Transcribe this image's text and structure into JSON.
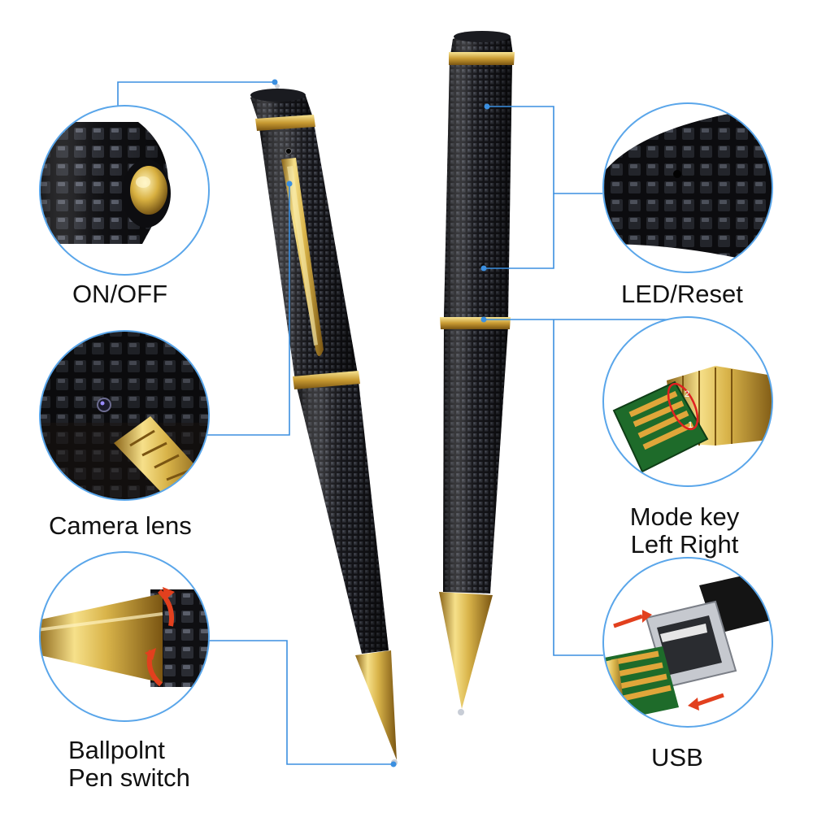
{
  "labels": {
    "on_off": "ON/OFF",
    "camera_lens": "Camera lens",
    "ballpoint_line1": "Ballpolnt",
    "ballpoint_line2": "Pen switch",
    "led_reset": "LED/Reset",
    "mode_key_line1": "Mode key",
    "mode_key_line2": "Left Right",
    "usb": "USB"
  },
  "connector_labels": {
    "contact_1": "1",
    "contact_2": "2"
  },
  "colors": {
    "pen_black": "#141418",
    "gold": "#d9b44a",
    "callout_line": "#3b8fe0",
    "circle_border": "#5aa6ea",
    "pcb_green": "#1e6b2a",
    "arrow_red": "#e2401e"
  },
  "icons": [
    "pen-cap-icon",
    "usb-plug-icon",
    "rotate-arrow-icon"
  ]
}
